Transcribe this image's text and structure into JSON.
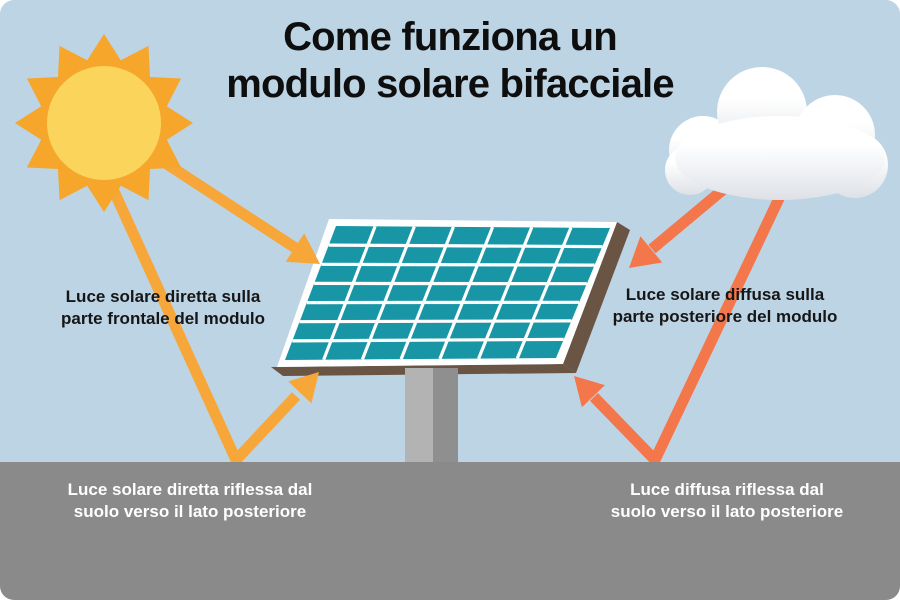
{
  "title": {
    "line1": "Come funziona un",
    "line2": "modulo solare bifacciale"
  },
  "annotations": {
    "direct_front": {
      "line1": "Luce solare diretta sulla",
      "line2": "parte frontale del modulo"
    },
    "diffuse_rear": {
      "line1": "Luce solare diffusa sulla",
      "line2": "parte posteriore del modulo"
    },
    "direct_reflected": {
      "line1": "Luce solare diretta riflessa dal",
      "line2": "suolo verso il lato posteriore"
    },
    "diffuse_reflected": {
      "line1": "Luce diffusa riflessa dal",
      "line2": "suolo verso il lato posteriore"
    }
  },
  "icons": {
    "sun": "sun-icon",
    "cloud": "cloud-icon"
  },
  "panel": {
    "rows": 7,
    "cols": 7
  },
  "colors": {
    "sky": "#BDD4E4",
    "ground": "#8A8A8A",
    "sun_body": "#F6A62B",
    "sun_core": "#FBD45C",
    "sun_ray": "#F7A63A",
    "cloud_ray": "#F4764B",
    "cloud": "#FFFFFF",
    "cloud_shade": "#DDE1E7",
    "panel_cell": "#1896A6",
    "panel_frame": "#FFFFFF",
    "panel_edge": "#6A5444",
    "pole_light": "#B3B3B3",
    "pole_dark": "#8F8F8F",
    "title_text": "#0E0E0E",
    "label_text": "#161616",
    "ground_label_text": "#FFFFFF"
  }
}
